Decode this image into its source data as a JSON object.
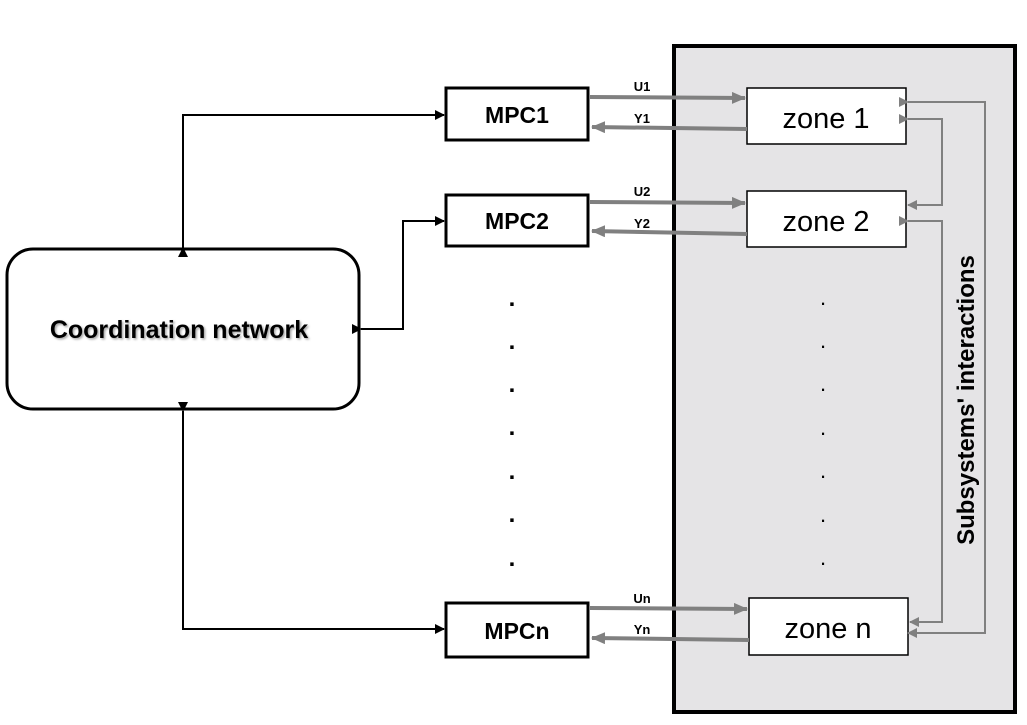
{
  "coordinator": {
    "label": "Coordination network"
  },
  "controllers": [
    {
      "label": "MPC1",
      "u": "U1",
      "y": "Y1"
    },
    {
      "label": "MPC2",
      "u": "U2",
      "y": "Y2"
    },
    {
      "label": "MPCn",
      "u": "Un",
      "y": "Yn"
    }
  ],
  "zones": [
    {
      "label": "zone 1"
    },
    {
      "label": "zone 2"
    },
    {
      "label": "zone n"
    }
  ],
  "interactions_label": "Subsystems' interactions",
  "ellipsis": "."
}
